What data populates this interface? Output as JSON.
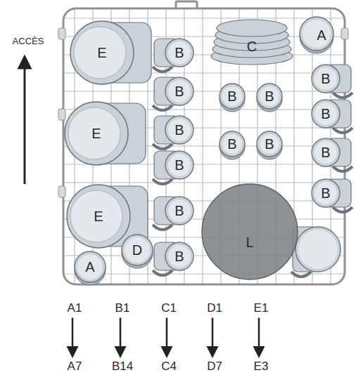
{
  "diagram": {
    "nodes": [
      {
        "text": [
          "A1"
        ]
      },
      {
        "text": [
          "A7"
        ]
      },
      {
        "text": [
          "B1"
        ]
      },
      {
        "text": [
          "B14"
        ]
      },
      {
        "text": [
          "C1"
        ]
      },
      {
        "text": [
          "C4"
        ]
      },
      {
        "text": [
          "D1"
        ]
      },
      {
        "text": [
          "D7"
        ]
      },
      {
        "text": [
          "E1"
        ]
      },
      {
        "text": [
          "E3"
        ]
      }
    ],
    "edges": [
      {
        "from": 0,
        "to": 1,
        "arrow": "to"
      },
      {
        "from": 2,
        "to": 3,
        "arrow": "to"
      },
      {
        "from": 4,
        "to": 5,
        "arrow": "to"
      },
      {
        "from": 6,
        "to": 7,
        "arrow": "to"
      },
      {
        "from": 8,
        "to": 9,
        "arrow": "to"
      }
    ],
    "labels": [
      "ACCÈS",
      "E",
      "B",
      "C",
      "A",
      "B",
      "B",
      "B",
      "B",
      "B",
      "E",
      "B",
      "B",
      "B",
      "B",
      "B",
      "B",
      "B",
      "E",
      "L",
      "D",
      "B",
      "A"
    ]
  }
}
